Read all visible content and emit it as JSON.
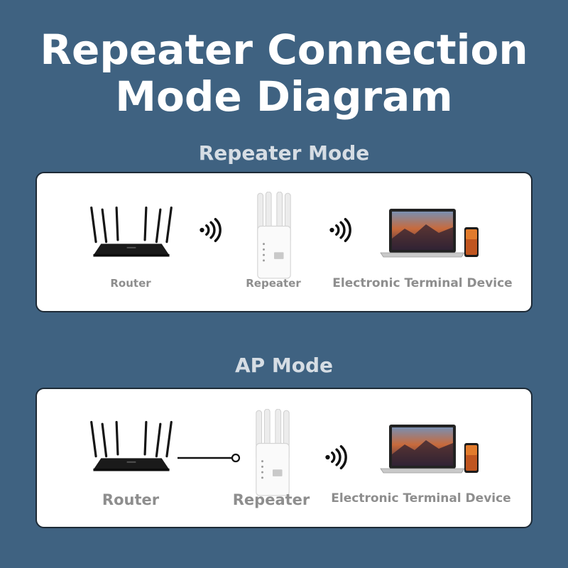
{
  "title": {
    "line1": "Repeater Connection",
    "line2": "Mode Diagram"
  },
  "colors": {
    "background": "#3f6281",
    "panel": "#ffffff",
    "label": "#8e8e8e"
  },
  "sections": [
    {
      "title": "Repeater Mode",
      "nodes": [
        {
          "label": "Router",
          "icon": "router-icon"
        },
        {
          "label": "Repeater",
          "icon": "repeater-icon"
        },
        {
          "label": "Electronic Terminal Device",
          "icon": "laptop-phone-icon"
        }
      ],
      "links": [
        "wireless",
        "wireless"
      ]
    },
    {
      "title": "AP Mode",
      "nodes": [
        {
          "label": "Router",
          "icon": "router-icon"
        },
        {
          "label": "Repeater",
          "icon": "repeater-icon"
        },
        {
          "label": "Electronic Terminal Device",
          "icon": "laptop-phone-icon"
        }
      ],
      "links": [
        "wired",
        "wireless"
      ]
    }
  ]
}
